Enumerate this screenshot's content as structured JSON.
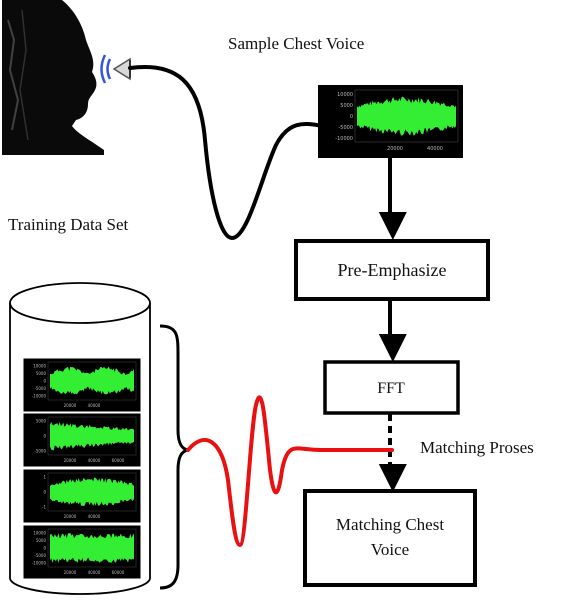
{
  "labels": {
    "sample_chest_voice": "Sample Chest Voice",
    "training_data_set": "Training Data Set",
    "matching_proses": "Matching Proses"
  },
  "boxes": {
    "pre_emphasize": "Pre-Emphasize",
    "fft": "FFT",
    "matching_chest_voice_line1": "Matching Chest",
    "matching_chest_voice_line2": "Voice"
  },
  "waveform_sample": {
    "y_ticks": [
      "10000",
      "5000",
      "0",
      "-5000",
      "-10000"
    ],
    "x_ticks": [
      "20000",
      "40000"
    ]
  },
  "db_waveforms": [
    {
      "y_ticks": [
        "10000",
        "5000",
        "0",
        "-5000",
        "-10000"
      ],
      "x_ticks": [
        "20000",
        "40000"
      ]
    },
    {
      "y_ticks": [
        "5000",
        "0",
        "-5000"
      ],
      "x_ticks": [
        "20000",
        "40000",
        "60000"
      ]
    },
    {
      "y_ticks": [
        "1",
        "0",
        "-1"
      ],
      "x_ticks": [
        "20000",
        "40000"
      ]
    },
    {
      "y_ticks": [
        "10000",
        "5000",
        "0",
        "-5000",
        "-10000"
      ],
      "x_ticks": [
        "20000",
        "40000",
        "60000"
      ]
    }
  ],
  "colors": {
    "waveform": "#33ee33",
    "plot_bg": "#000000",
    "red_signal": "#e81010",
    "ink": "#000000",
    "mic_wave": "#3355dd"
  }
}
